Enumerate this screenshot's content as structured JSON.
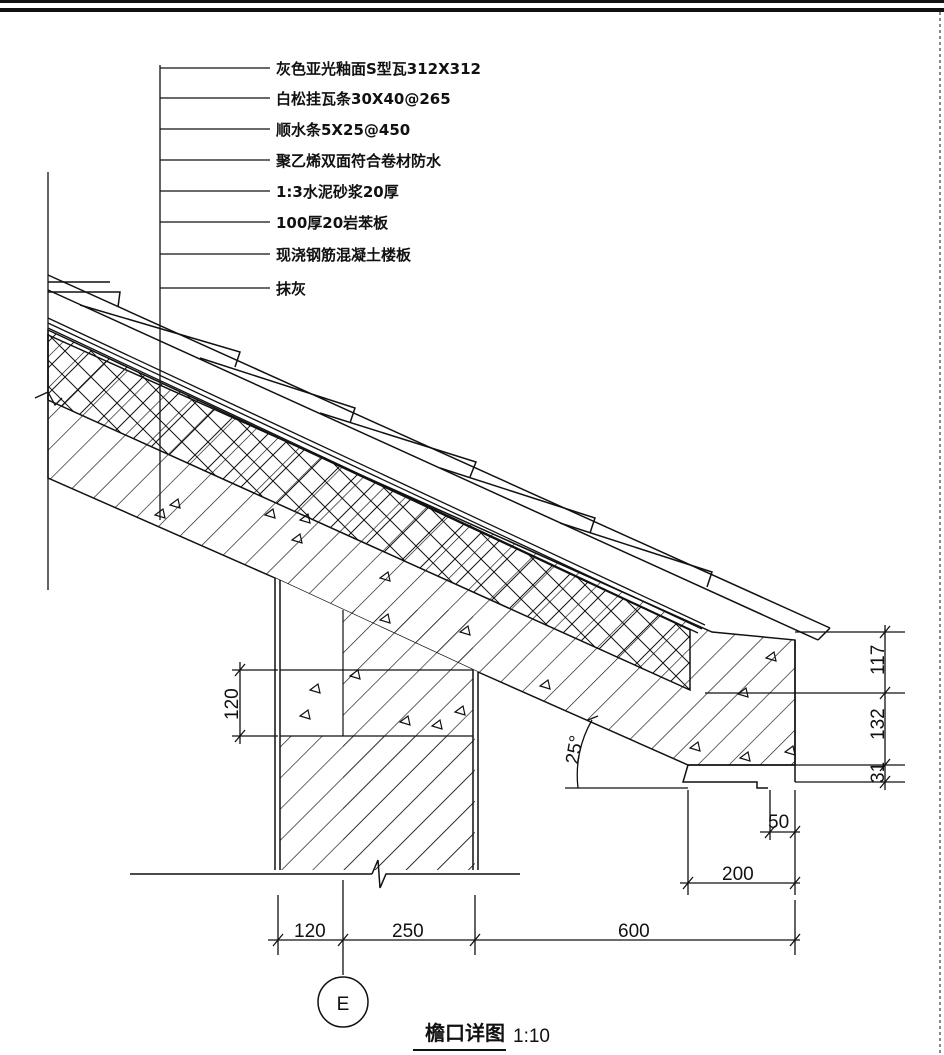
{
  "layer_labels": [
    "灰色亚光釉面S型瓦312X312",
    "白松挂瓦条30X40@265",
    "顺水条5X25@450",
    "聚乙烯双面符合卷材防水",
    "1:3水泥砂浆20厚",
    "100厚20岩苯板",
    "现浇钢筋混凝土楼板",
    "抹灰"
  ],
  "dimensions": {
    "right_top": "117",
    "right_mid": "132",
    "right_bot": "31",
    "gutter_inner": "50",
    "gutter_width": "200",
    "left_beam": "120",
    "bottom": [
      "120",
      "250",
      "600"
    ]
  },
  "angle": "25°",
  "axis_marker": "E",
  "title": "檐口详图",
  "scale": "1:10",
  "colors": {
    "line": "#111111",
    "background": "#ffffff"
  }
}
